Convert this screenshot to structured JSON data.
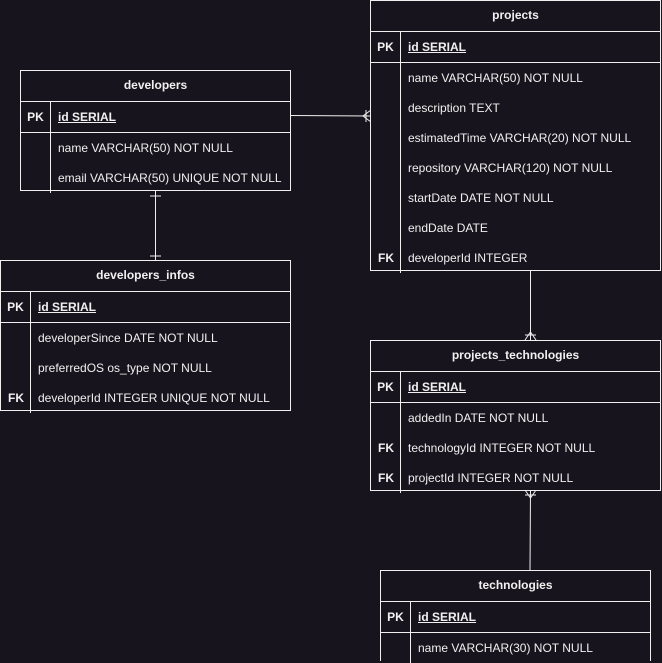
{
  "entities": {
    "developers": {
      "title": "developers",
      "pk": {
        "key": "PK",
        "label": "id SERIAL"
      },
      "rows": [
        {
          "key": "",
          "label": "name VARCHAR(50) NOT NULL"
        },
        {
          "key": "",
          "label": "email VARCHAR(50) UNIQUE NOT NULL"
        }
      ]
    },
    "developers_infos": {
      "title": "developers_infos",
      "pk": {
        "key": "PK",
        "label": "id SERIAL"
      },
      "rows": [
        {
          "key": "",
          "label": "developerSince DATE NOT NULL"
        },
        {
          "key": "",
          "label": "preferredOS os_type NOT NULL"
        },
        {
          "key": "FK",
          "label": "developerId INTEGER UNIQUE NOT NULL"
        }
      ]
    },
    "projects": {
      "title": "projects",
      "pk": {
        "key": "PK",
        "label": "id SERIAL"
      },
      "rows": [
        {
          "key": "",
          "label": "name VARCHAR(50) NOT NULL"
        },
        {
          "key": "",
          "label": "description TEXT"
        },
        {
          "key": "",
          "label": "estimatedTime VARCHAR(20) NOT NULL"
        },
        {
          "key": "",
          "label": "repository VARCHAR(120) NOT NULL"
        },
        {
          "key": "",
          "label": "startDate DATE NOT NULL"
        },
        {
          "key": "",
          "label": "endDate DATE"
        },
        {
          "key": "FK",
          "label": "developerId INTEGER"
        }
      ]
    },
    "projects_technologies": {
      "title": "projects_technologies",
      "pk": {
        "key": "PK",
        "label": "id SERIAL"
      },
      "rows": [
        {
          "key": "",
          "label": "addedIn DATE NOT NULL"
        },
        {
          "key": "FK",
          "label": "technologyId INTEGER NOT NULL"
        },
        {
          "key": "FK",
          "label": "projectId INTEGER NOT NULL"
        }
      ]
    },
    "technologies": {
      "title": "technologies",
      "pk": {
        "key": "PK",
        "label": "id SERIAL"
      },
      "rows": [
        {
          "key": "",
          "label": "name VARCHAR(30) NOT NULL"
        }
      ]
    }
  },
  "relationships": [
    {
      "from": "developers",
      "to": "developers_infos",
      "cardinality": "one-to-one"
    },
    {
      "from": "developers",
      "to": "projects",
      "cardinality": "one-to-many"
    },
    {
      "from": "projects",
      "to": "projects_technologies",
      "cardinality": "one-to-many"
    },
    {
      "from": "technologies",
      "to": "projects_technologies",
      "cardinality": "one-to-many"
    }
  ],
  "colors": {
    "background": "#18141d",
    "line": "#f0f0f0"
  }
}
